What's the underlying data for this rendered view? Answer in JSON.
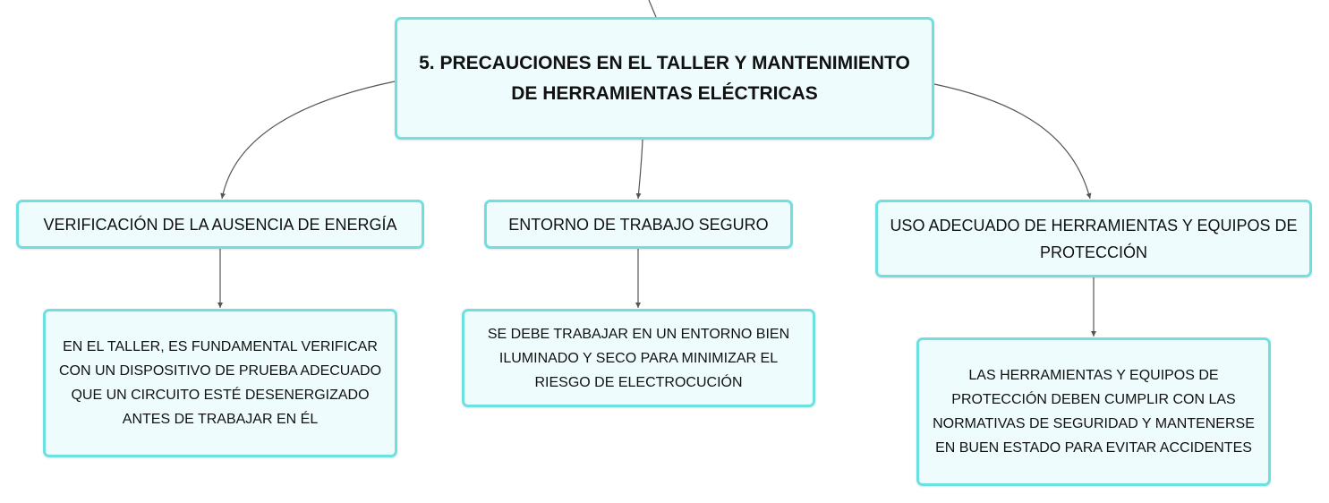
{
  "root": {
    "title": "5. PRECAUCIONES EN EL TALLER Y MANTENIMIENTO DE HERRAMIENTAS ELÉCTRICAS"
  },
  "branches": [
    {
      "label": "VERIFICACIÓN DE LA AUSENCIA DE ENERGÍA",
      "detail": "EN EL TALLER, ES FUNDAMENTAL VERIFICAR CON UN DISPOSITIVO DE PRUEBA ADECUADO QUE UN CIRCUITO ESTÉ DESENERGIZADO ANTES DE TRABAJAR EN ÉL"
    },
    {
      "label": "ENTORNO DE TRABAJO SEGURO",
      "detail": "SE DEBE TRABAJAR EN UN ENTORNO BIEN ILUMINADO Y SECO PARA MINIMIZAR EL RIESGO DE ELECTROCUCIÓN"
    },
    {
      "label": "USO ADECUADO DE HERRAMIENTAS Y EQUIPOS DE PROTECCIÓN",
      "detail": "LAS HERRAMIENTAS Y EQUIPOS DE PROTECCIÓN DEBEN CUMPLIR CON LAS NORMATIVAS DE SEGURIDAD Y MANTENERSE EN BUEN ESTADO PARA EVITAR ACCIDENTES"
    }
  ],
  "colors": {
    "node_fill": "#eefcfd",
    "node_border": "#6fe0e0",
    "connector": "#555555"
  }
}
